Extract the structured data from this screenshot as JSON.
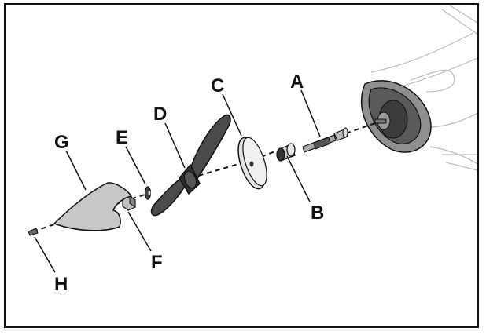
{
  "diagram": {
    "labels": {
      "A": "A",
      "B": "B",
      "C": "C",
      "D": "D",
      "E": "E",
      "F": "F",
      "G": "G",
      "H": "H"
    },
    "colors": {
      "outline": "#111111",
      "part_fill": "#9a9a9a",
      "light_fill": "#d9d9d9",
      "plane_line": "#bdbdbd"
    }
  }
}
